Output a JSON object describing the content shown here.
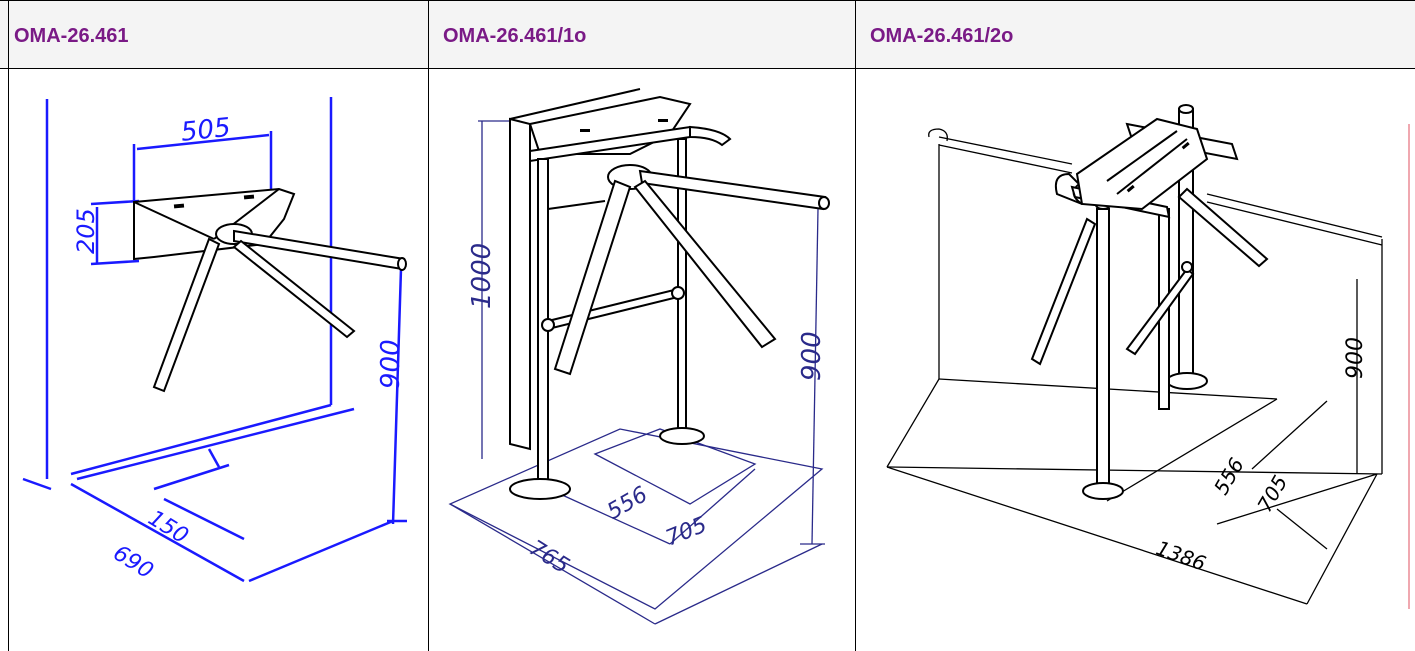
{
  "columns": [
    {
      "title": "OMA-26.461",
      "dims": {
        "width": "505",
        "height_top": "205",
        "height": "900",
        "depth": "690",
        "offset": "150"
      }
    },
    {
      "title": "OMA-26.461/1o",
      "dims": {
        "height_total": "1000",
        "height": "900",
        "base_inner": "556",
        "base_outer": "705",
        "depth": "765"
      }
    },
    {
      "title": "OMA-26.461/2o",
      "dims": {
        "height": "900",
        "base_inner": "556",
        "base_outer": "705",
        "length": "1386"
      }
    }
  ],
  "colors": {
    "title": "#7a1a86",
    "dimension_blue": "#1a1aff",
    "dimension_dark": "#2a2a8a",
    "border": "#000000"
  }
}
